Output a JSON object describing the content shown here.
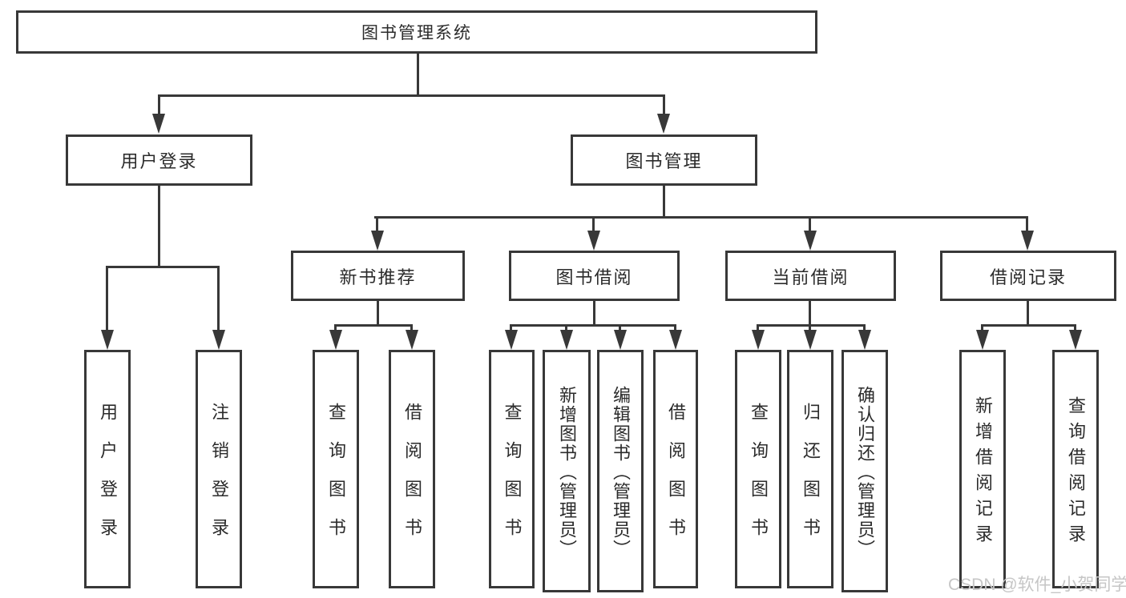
{
  "watermark": "CSDN @软件_小贺同学",
  "colors": {
    "line": "#383838",
    "text": "#2b2b2b",
    "watermark_text": "#c6c6c6",
    "background": "#ffffff"
  },
  "tree": {
    "label": "图书管理系统",
    "children": [
      {
        "label": "用户登录",
        "children": [
          {
            "label": "用户登录"
          },
          {
            "label": "注销登录"
          }
        ]
      },
      {
        "label": "图书管理",
        "children": [
          {
            "label": "新书推荐",
            "children": [
              {
                "label": "查询图书"
              },
              {
                "label": "借阅图书"
              }
            ]
          },
          {
            "label": "图书借阅",
            "children": [
              {
                "label": "查询图书"
              },
              {
                "label": "新增图书（管理员）"
              },
              {
                "label": "编辑图书（管理员）"
              },
              {
                "label": "借阅图书"
              }
            ]
          },
          {
            "label": "当前借阅",
            "children": [
              {
                "label": "查询图书"
              },
              {
                "label": "归还图书"
              },
              {
                "label": "确认归还（管理员）"
              }
            ]
          },
          {
            "label": "借阅记录",
            "children": [
              {
                "label": "新增借阅记录"
              },
              {
                "label": "查询借阅记录"
              }
            ]
          }
        ]
      }
    ]
  }
}
